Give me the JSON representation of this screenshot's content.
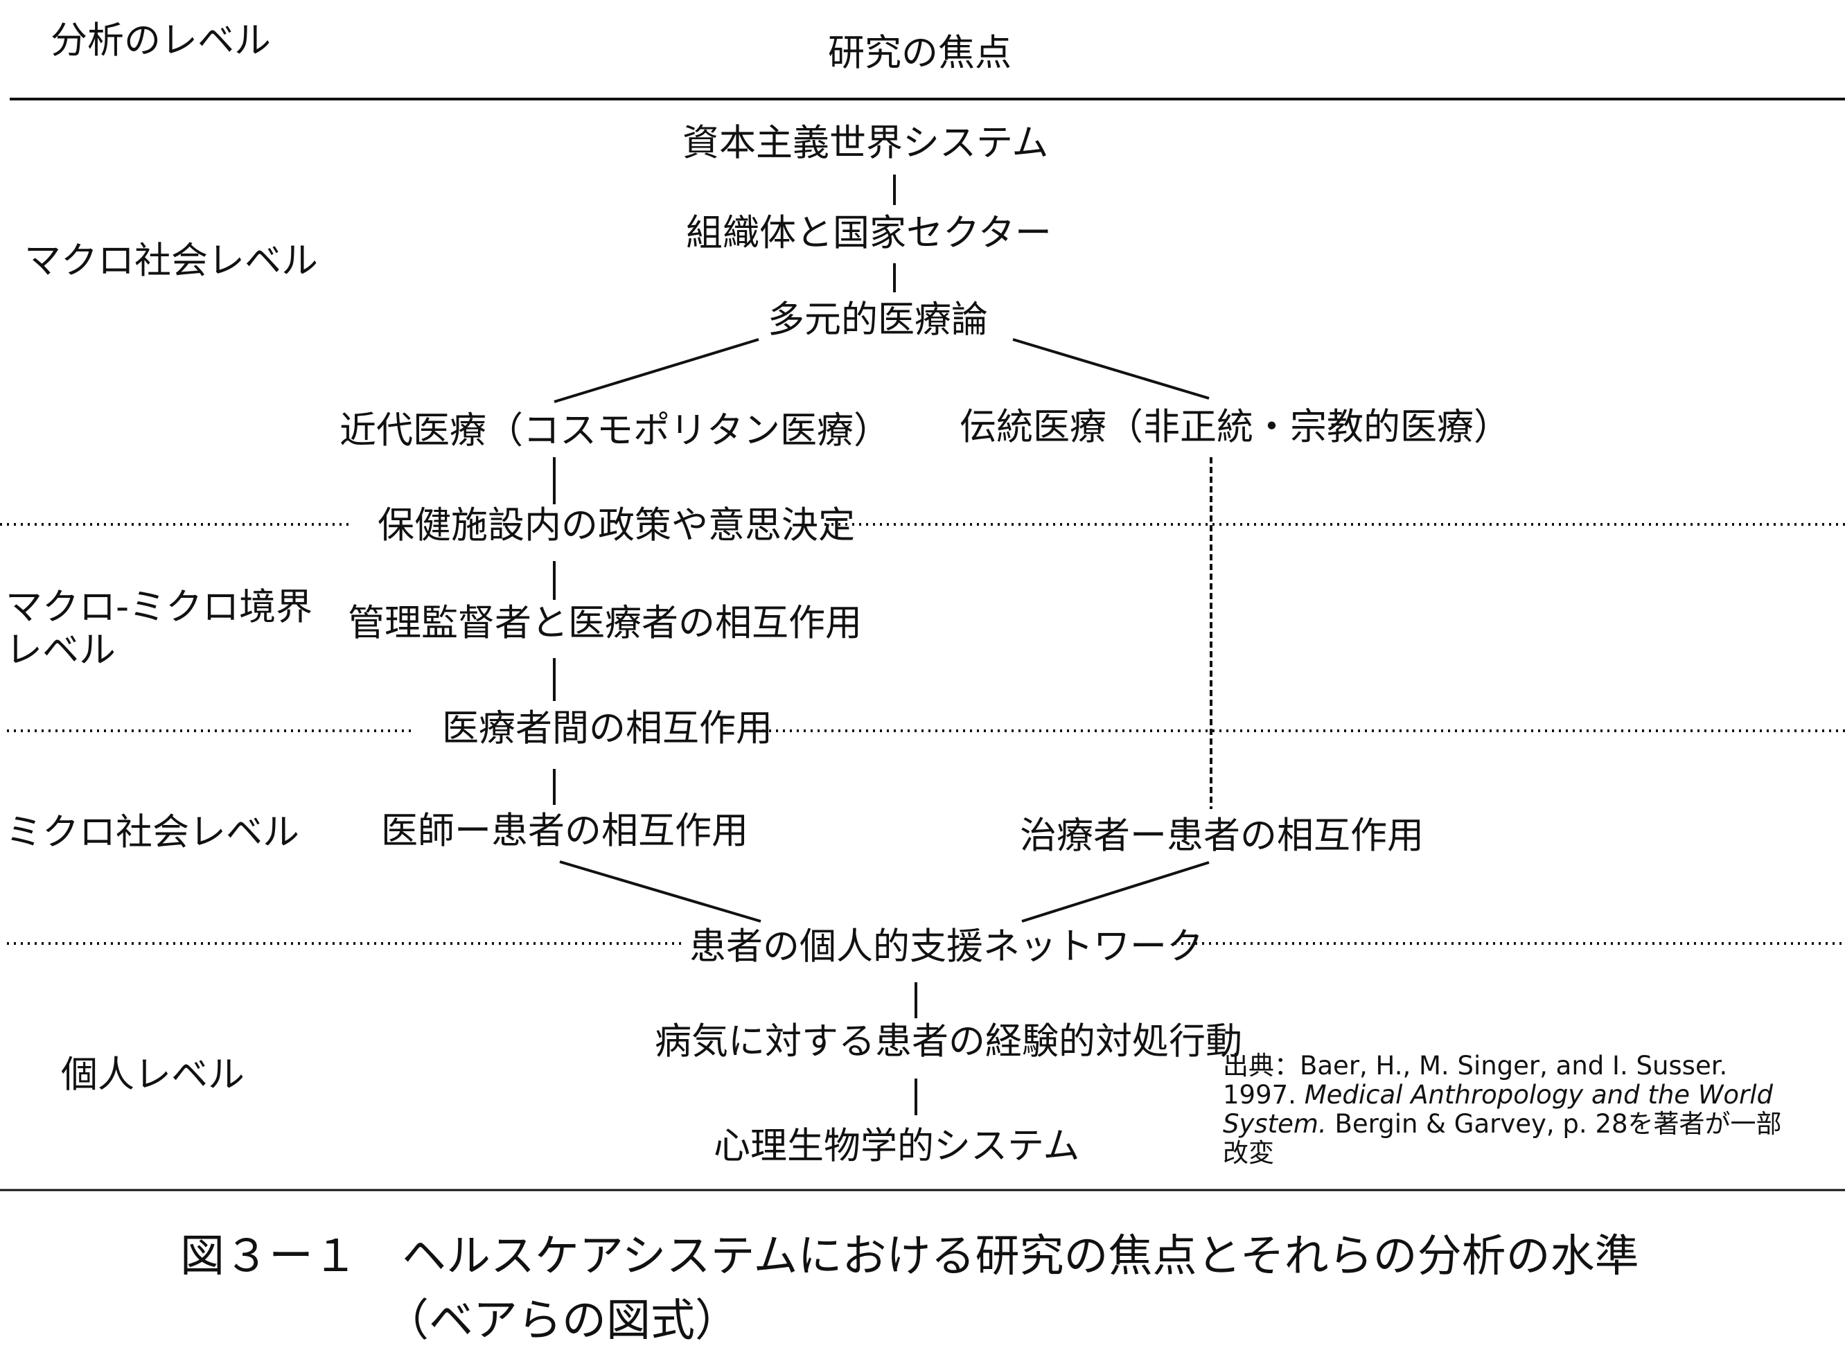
{
  "header": {
    "level_col": "分析のレベル",
    "focus_col": "研究の焦点"
  },
  "levels": {
    "macro": "マクロ社会レベル",
    "boundary_line1": "マクロ-ミクロ境界",
    "boundary_line2": "レベル",
    "micro": "ミクロ社会レベル",
    "individual": "個人レベル"
  },
  "nodes": {
    "world_system": "資本主義世界システム",
    "org_state": "組織体と国家セクター",
    "pluralism": "多元的医療論",
    "modern": "近代医療（コスモポリタン医療）",
    "traditional": "伝統医療（非正統・宗教的医療）",
    "policy": "保健施設内の政策や意思決定",
    "manager": "管理監督者と医療者の相互作用",
    "between": "医療者間の相互作用",
    "doctor_patient": "医師ー患者の相互作用",
    "healer_patient": "治療者ー患者の相互作用",
    "support_network": "患者の個人的支援ネットワーク",
    "coping": "病気に対する患者の経験的対処行動",
    "psychobio": "心理生物学的システム"
  },
  "source": {
    "line1": "出典：Baer, H., M. Singer, and I. Susser.",
    "line2_plain": "1997.",
    "line2_italic": "Medical Anthropology and the World",
    "line3_italic": "System.",
    "line3_plain": "Bergin & Garvey, p. 28を著者が一部",
    "line4": "改変"
  },
  "caption": {
    "line1": "図３ー１　ヘルスケアシステムにおける研究の焦点とそれらの分析の水準",
    "line2": "（ベアらの図式）"
  }
}
